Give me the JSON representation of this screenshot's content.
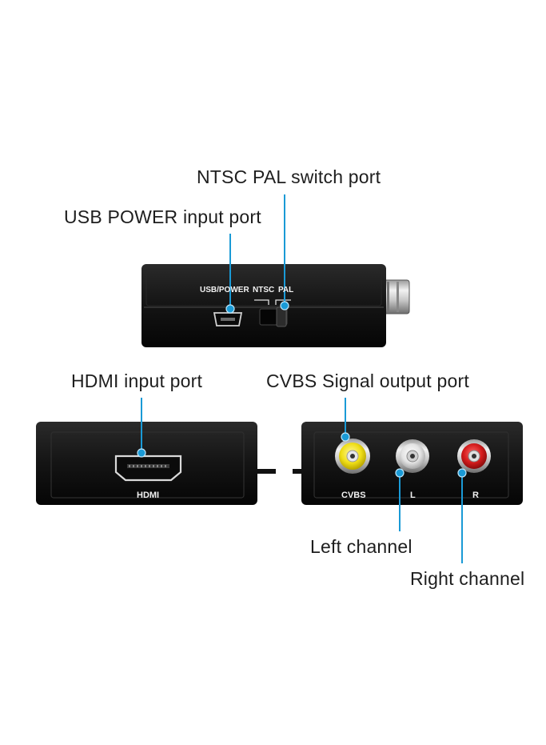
{
  "callouts": {
    "ntsc_pal_switch": "NTSC PAL switch port",
    "usb_power_input": "USB POWER input port",
    "hdmi_input": "HDMI input port",
    "cvbs_output": "CVBS Signal output port",
    "left_channel": "Left channel",
    "right_channel": "Right channel"
  },
  "device_labels": {
    "usb_power": "USB/POWER",
    "ntsc": "NTSC",
    "pal": "PAL",
    "hdmi": "HDMI",
    "cvbs": "CVBS",
    "left": "L",
    "right": "R"
  },
  "colors": {
    "callout_line": "#1a9ad6",
    "device_body": "#111111",
    "rca_yellow": "#f2e21c",
    "rca_white": "#e8e8e8",
    "rca_red": "#d42020"
  }
}
